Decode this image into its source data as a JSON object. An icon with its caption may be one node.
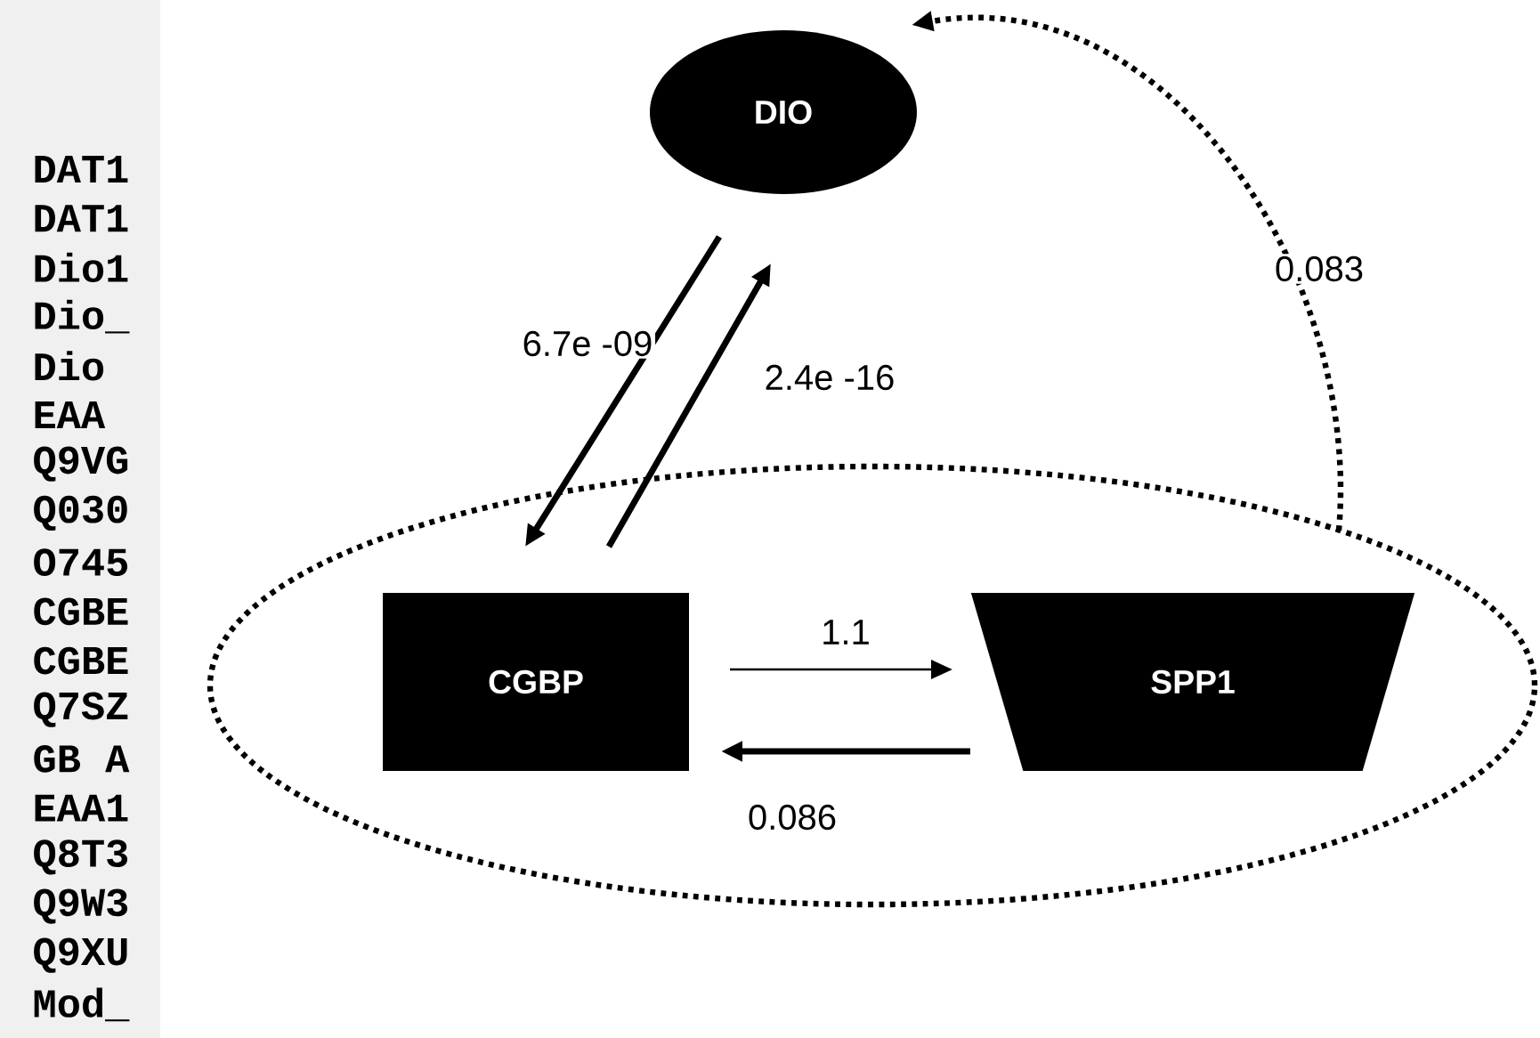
{
  "diagram": {
    "nodes": [
      {
        "text": [
          "DIO"
        ]
      },
      {
        "text": [],
        "shape": "ellipse"
      },
      {
        "text": [
          "CGBP"
        ],
        "in": 1
      },
      {
        "text": [
          "SPP1"
        ],
        "in": 1
      }
    ],
    "edges": [
      {
        "from": 0,
        "to": 2,
        "arrow": "to",
        "label": "6.7e -09"
      },
      {
        "from": 2,
        "to": 0,
        "arrow": "to",
        "label": "2.4e -16"
      },
      {
        "from": 1,
        "to": 0,
        "arrow": "to",
        "label": "0.083",
        "style": "dashed"
      },
      {
        "from": 2,
        "to": 3,
        "arrow": "to",
        "label": "1.1"
      },
      {
        "from": 3,
        "to": 2,
        "arrow": "to",
        "label": "0.086"
      }
    ],
    "labels": [
      "DAT1",
      "DAT1",
      "Dio1",
      "Dio_",
      "Dio",
      "EAA",
      "Q9VG",
      "Q030",
      "O745",
      "CGBE",
      "CGBE",
      "Q7SZ",
      "GB A",
      "EAA1",
      "Q8T3",
      "Q9W3",
      "Q9XU",
      "Mod_"
    ]
  }
}
